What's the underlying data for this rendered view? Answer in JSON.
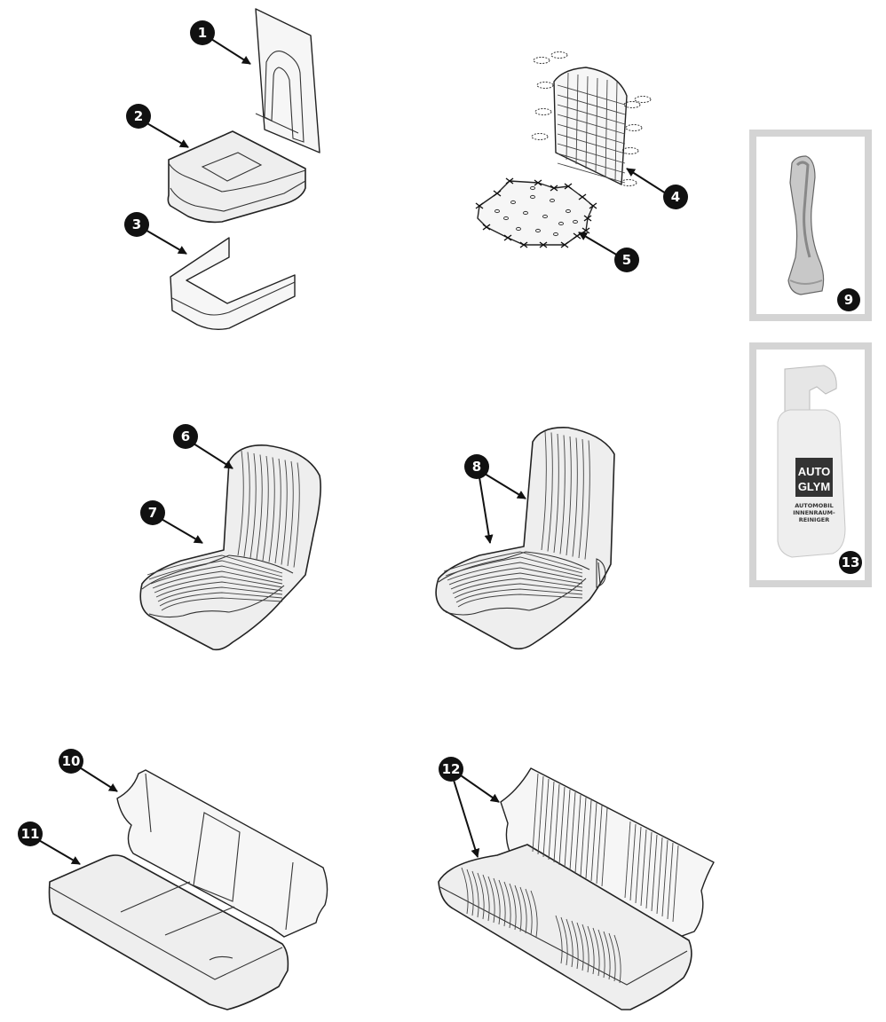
{
  "callouts": [
    {
      "id": "1",
      "text": "1"
    },
    {
      "id": "2",
      "text": "2"
    },
    {
      "id": "3",
      "text": "3"
    },
    {
      "id": "4",
      "text": "4"
    },
    {
      "id": "5",
      "text": "5"
    },
    {
      "id": "6",
      "text": "6"
    },
    {
      "id": "7",
      "text": "7"
    },
    {
      "id": "8",
      "text": "8"
    },
    {
      "id": "9",
      "text": "9"
    },
    {
      "id": "10",
      "text": "10"
    },
    {
      "id": "11",
      "text": "11"
    },
    {
      "id": "12",
      "text": "12"
    },
    {
      "id": "13",
      "text": "13"
    }
  ],
  "product_label": {
    "brand_line1": "AUTO",
    "brand_line2": "GLYM",
    "line1": "AUTOMOBIL",
    "line2": "INNENRAUM-",
    "line3": "REINIGER"
  },
  "colors": {
    "line": "#222222",
    "fill": "#eeeeee",
    "callout": "#111111",
    "frame": "#d4d4d4",
    "brand": "#ffffff"
  }
}
